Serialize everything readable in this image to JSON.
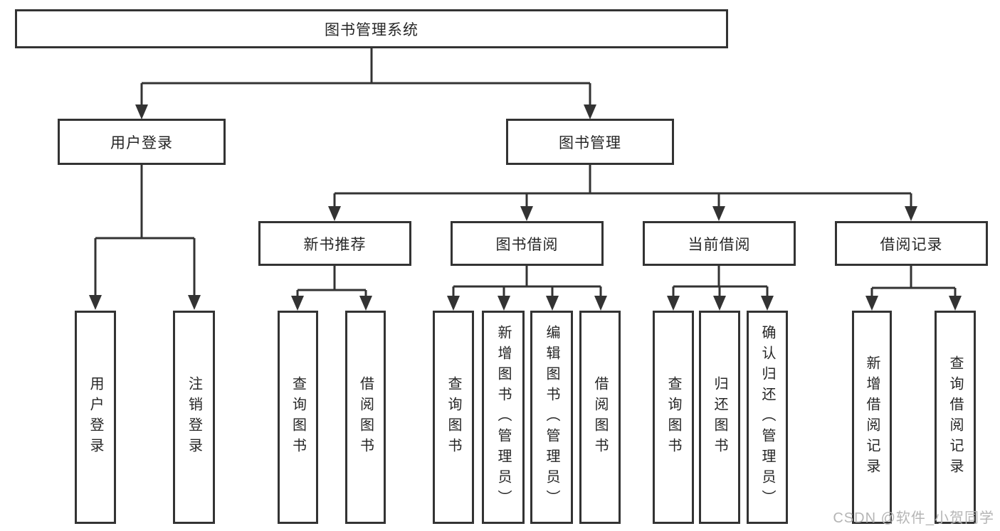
{
  "colors": {
    "background": "#ffffff",
    "line": "#333333",
    "box_border": "#333333",
    "text": "#262626",
    "watermark": "#b5b5b5"
  },
  "nodes": {
    "root": {
      "label": "图书管理系统"
    },
    "user_login": {
      "label": "用户登录"
    },
    "book_management": {
      "label": "图书管理"
    },
    "new_book_recommend": {
      "label": "新书推荐"
    },
    "book_borrowing": {
      "label": "图书借阅"
    },
    "current_borrowing": {
      "label": "当前借阅"
    },
    "borrowing_records": {
      "label": "借阅记录"
    }
  },
  "leaves": [
    {
      "label": "用户登录"
    },
    {
      "label": "注销登录"
    },
    {
      "label": "查询图书"
    },
    {
      "label": "借阅图书"
    },
    {
      "label": "查询图书"
    },
    {
      "label": "新增图书（管理员）"
    },
    {
      "label": "编辑图书（管理员）"
    },
    {
      "label": "借阅图书"
    },
    {
      "label": "查询图书"
    },
    {
      "label": "归还图书"
    },
    {
      "label": "确认归还（管理员）"
    },
    {
      "label": "新增借阅记录"
    },
    {
      "label": "查询借阅记录"
    }
  ],
  "watermark": {
    "text": "CSDN @软件_小贺同学"
  }
}
